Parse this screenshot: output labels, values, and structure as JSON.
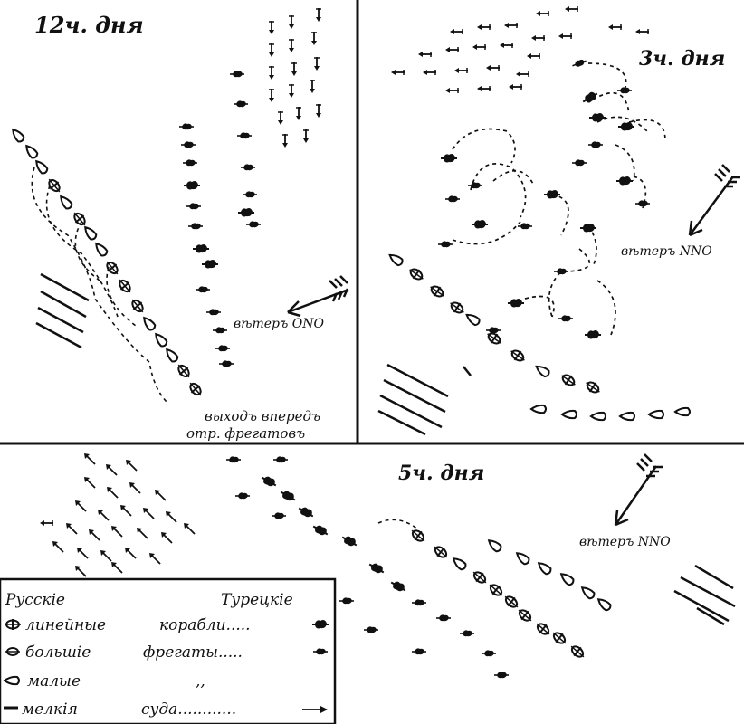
{
  "panels": {
    "p12": {
      "time_label": "12ч. дня",
      "wind_label": "вѣтеръ ONO",
      "note_line1": "выходъ впередъ",
      "note_line2": "отр. фрегатовъ"
    },
    "p3": {
      "time_label": "3ч. дня",
      "wind_label": "вѣтеръ NNO"
    },
    "p5": {
      "time_label": "5ч. дня",
      "wind_label": "вѣтеръ NNO"
    }
  },
  "legend": {
    "header_russian": "Русскіе",
    "header_turkish": "Турецкіе",
    "row1_russian": "линейные",
    "row1_turkish": "корабли.....",
    "row2_russian": "большіе",
    "row2_turkish": "фрегаты.....",
    "row3_russian": "малые",
    "row3_turkish": ",,",
    "row4_russian": "мелкія",
    "row4_turkish": "суда............"
  },
  "colors": {
    "ink": "#111111",
    "paper": "#ffffff"
  }
}
